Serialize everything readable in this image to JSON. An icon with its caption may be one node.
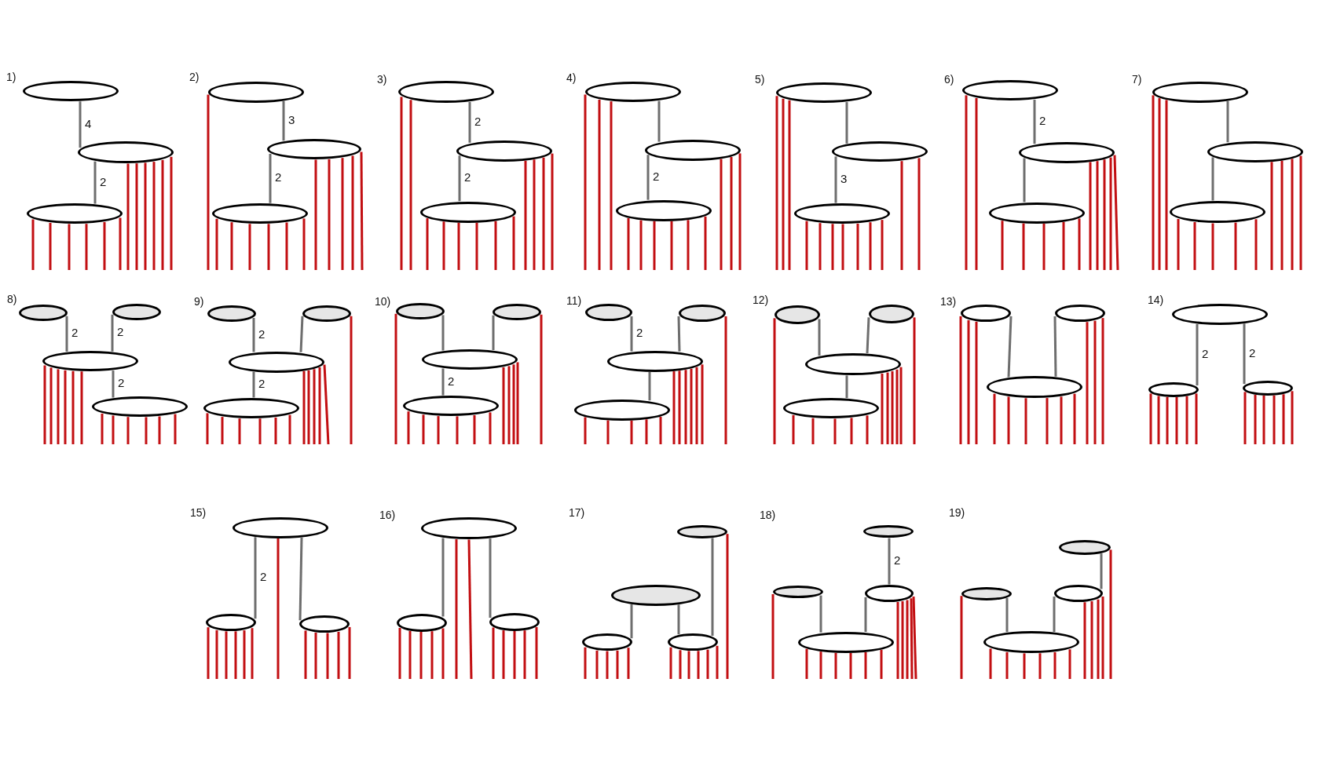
{
  "diagram": {
    "nodes": [
      {
        "text": [],
        "shape": "ellipse"
      },
      {
        "text": [],
        "shape": "ellipse"
      },
      {
        "text": [],
        "shape": "ellipse"
      },
      {
        "text": [],
        "shape": "ellipse"
      },
      {
        "text": [],
        "shape": "ellipse"
      },
      {
        "text": [],
        "shape": "ellipse"
      },
      {
        "text": [],
        "shape": "ellipse"
      },
      {
        "text": [],
        "shape": "ellipse"
      },
      {
        "text": [],
        "shape": "ellipse"
      },
      {
        "text": [],
        "shape": "ellipse"
      },
      {
        "text": [],
        "shape": "ellipse"
      },
      {
        "text": [],
        "shape": "ellipse"
      },
      {
        "text": [],
        "shape": "ellipse"
      },
      {
        "text": [],
        "shape": "ellipse"
      },
      {
        "text": [],
        "shape": "ellipse"
      },
      {
        "text": [],
        "shape": "ellipse"
      },
      {
        "text": [],
        "shape": "ellipse"
      },
      {
        "text": [],
        "shape": "ellipse"
      },
      {
        "text": [],
        "shape": "ellipse"
      },
      {
        "text": [],
        "shape": "ellipse"
      },
      {
        "text": [],
        "shape": "ellipse"
      },
      {
        "text": [],
        "shape": "ellipse"
      },
      {
        "text": [],
        "shape": "ellipse"
      },
      {
        "text": [],
        "shape": "ellipse"
      },
      {
        "text": [],
        "shape": "ellipse"
      },
      {
        "text": [],
        "shape": "ellipse"
      },
      {
        "text": [],
        "shape": "ellipse"
      },
      {
        "text": [],
        "shape": "ellipse"
      },
      {
        "text": [],
        "shape": "ellipse"
      },
      {
        "text": [],
        "shape": "ellipse"
      },
      {
        "text": [],
        "shape": "ellipse"
      },
      {
        "text": [],
        "shape": "ellipse"
      },
      {
        "text": [],
        "shape": "ellipse"
      },
      {
        "text": [],
        "shape": "ellipse"
      },
      {
        "text": [],
        "shape": "ellipse"
      },
      {
        "text": [],
        "shape": "ellipse"
      },
      {
        "text": [],
        "shape": "ellipse"
      },
      {
        "text": [],
        "shape": "ellipse"
      },
      {
        "text": [],
        "shape": "ellipse"
      },
      {
        "text": [],
        "shape": "ellipse"
      },
      {
        "text": [],
        "shape": "ellipse"
      },
      {
        "text": [],
        "shape": "ellipse"
      },
      {
        "text": [],
        "shape": "ellipse"
      },
      {
        "text": [],
        "shape": "ellipse"
      },
      {
        "text": [],
        "shape": "ellipse"
      },
      {
        "text": [],
        "shape": "ellipse"
      },
      {
        "text": [],
        "shape": "ellipse"
      },
      {
        "text": [],
        "shape": "ellipse"
      },
      {
        "text": [],
        "shape": "ellipse"
      },
      {
        "text": [],
        "shape": "ellipse"
      },
      {
        "text": [],
        "shape": "ellipse"
      },
      {
        "text": [],
        "shape": "ellipse"
      },
      {
        "text": [],
        "shape": "ellipse"
      },
      {
        "text": [],
        "shape": "ellipse"
      },
      {
        "text": [],
        "shape": "ellipse"
      },
      {
        "text": [],
        "shape": "ellipse"
      },
      {
        "text": [],
        "shape": "ellipse"
      },
      {
        "text": [],
        "shape": "ellipse"
      },
      {
        "text": [],
        "shape": "ellipse"
      },
      {
        "text": [],
        "shape": "ellipse"
      },
      {
        "text": [],
        "shape": "ellipse"
      },
      {
        "text": [],
        "shape": "ellipse"
      },
      {
        "text": [],
        "shape": "ellipse"
      },
      {
        "text": [],
        "shape": "ellipse"
      },
      {
        "text": [],
        "shape": "ellipse"
      }
    ],
    "edges": [
      {
        "from": 0,
        "to": 1,
        "arrow": "none",
        "label": "4",
        "color": "#6e6e6e"
      },
      {
        "from": 1,
        "to": 2,
        "arrow": "none",
        "label": "2",
        "color": "#6e6e6e"
      },
      {
        "from": 2,
        "to": null,
        "arrow": "none"
      },
      {
        "from": 2,
        "to": null,
        "arrow": "none"
      },
      {
        "from": 2,
        "to": null,
        "arrow": "none"
      },
      {
        "from": 2,
        "to": null,
        "arrow": "none"
      },
      {
        "from": 2,
        "to": null,
        "arrow": "none"
      },
      {
        "from": 2,
        "to": null,
        "arrow": "none"
      },
      {
        "from": 1,
        "to": null,
        "arrow": "none"
      },
      {
        "from": 1,
        "to": null,
        "arrow": "none"
      },
      {
        "from": 1,
        "to": null,
        "arrow": "none"
      },
      {
        "from": 1,
        "to": null,
        "arrow": "none"
      },
      {
        "from": 1,
        "to": null,
        "arrow": "none"
      },
      {
        "from": 1,
        "to": null,
        "arrow": "none"
      },
      {
        "from": 3,
        "to": 4,
        "arrow": "none",
        "label": "3",
        "color": "#6e6e6e"
      },
      {
        "from": 4,
        "to": 5,
        "arrow": "none",
        "label": "2",
        "color": "#6e6e6e"
      },
      {
        "from": 3,
        "to": null,
        "arrow": "none"
      },
      {
        "from": 5,
        "to": null,
        "arrow": "none"
      },
      {
        "from": 5,
        "to": null,
        "arrow": "none"
      },
      {
        "from": 5,
        "to": null,
        "arrow": "none"
      },
      {
        "from": 5,
        "to": null,
        "arrow": "none"
      },
      {
        "from": 5,
        "to": null,
        "arrow": "none"
      },
      {
        "from": 5,
        "to": null,
        "arrow": "none"
      },
      {
        "from": 4,
        "to": null,
        "arrow": "none"
      },
      {
        "from": 4,
        "to": null,
        "arrow": "none"
      },
      {
        "from": 4,
        "to": null,
        "arrow": "none"
      },
      {
        "from": 4,
        "to": null,
        "arrow": "none"
      },
      {
        "from": 4,
        "to": null,
        "arrow": "none"
      },
      {
        "from": 6,
        "to": 7,
        "arrow": "none",
        "label": "2",
        "color": "#6e6e6e"
      },
      {
        "from": 7,
        "to": 8,
        "arrow": "none",
        "label": "2",
        "color": "#6e6e6e"
      },
      {
        "from": 6,
        "to": null,
        "arrow": "none"
      },
      {
        "from": 6,
        "to": null,
        "arrow": "none"
      },
      {
        "from": 8,
        "to": null,
        "arrow": "none"
      },
      {
        "from": 8,
        "to": null,
        "arrow": "none"
      },
      {
        "from": 8,
        "to": null,
        "arrow": "none"
      },
      {
        "from": 8,
        "to": null,
        "arrow": "none"
      },
      {
        "from": 8,
        "to": null,
        "arrow": "none"
      },
      {
        "from": 8,
        "to": null,
        "arrow": "none"
      },
      {
        "from": 7,
        "to": null,
        "arrow": "none"
      },
      {
        "from": 7,
        "to": null,
        "arrow": "none"
      },
      {
        "from": 7,
        "to": null,
        "arrow": "none"
      },
      {
        "from": 7,
        "to": null,
        "arrow": "none"
      },
      {
        "from": 9,
        "to": 10,
        "arrow": "none",
        "color": "#6e6e6e"
      },
      {
        "from": 10,
        "to": 11,
        "arrow": "none",
        "label": "2",
        "color": "#6e6e6e"
      },
      {
        "from": 9,
        "to": null,
        "arrow": "none"
      },
      {
        "from": 9,
        "to": null,
        "arrow": "none"
      },
      {
        "from": 9,
        "to": null,
        "arrow": "none"
      },
      {
        "from": 11,
        "to": null,
        "arrow": "none"
      },
      {
        "from": 11,
        "to": null,
        "arrow": "none"
      },
      {
        "from": 11,
        "to": null,
        "arrow": "none"
      },
      {
        "from": 11,
        "to": null,
        "arrow": "none"
      },
      {
        "from": 11,
        "to": null,
        "arrow": "none"
      },
      {
        "from": 11,
        "to": null,
        "arrow": "none"
      },
      {
        "from": 10,
        "to": null,
        "arrow": "none"
      },
      {
        "from": 10,
        "to": null,
        "arrow": "none"
      },
      {
        "from": 10,
        "to": null,
        "arrow": "none"
      },
      {
        "from": 12,
        "to": 13,
        "arrow": "none",
        "color": "#6e6e6e"
      },
      {
        "from": 13,
        "to": 14,
        "arrow": "none",
        "label": "3",
        "color": "#6e6e6e"
      },
      {
        "from": 12,
        "to": null,
        "arrow": "none"
      },
      {
        "from": 12,
        "to": null,
        "arrow": "none"
      },
      {
        "from": 12,
        "to": null,
        "arrow": "none"
      },
      {
        "from": 14,
        "to": null,
        "arrow": "none"
      },
      {
        "from": 14,
        "to": null,
        "arrow": "none"
      },
      {
        "from": 14,
        "to": null,
        "arrow": "none"
      },
      {
        "from": 14,
        "to": null,
        "arrow": "none"
      },
      {
        "from": 14,
        "to": null,
        "arrow": "none"
      },
      {
        "from": 14,
        "to": null,
        "arrow": "none"
      },
      {
        "from": 14,
        "to": null,
        "arrow": "none"
      },
      {
        "from": 13,
        "to": null,
        "arrow": "none"
      },
      {
        "from": 13,
        "to": null,
        "arrow": "none"
      },
      {
        "from": 15,
        "to": 16,
        "arrow": "none",
        "label": "2",
        "color": "#6e6e6e"
      },
      {
        "from": 16,
        "to": 17,
        "arrow": "none",
        "color": "#6e6e6e"
      },
      {
        "from": 15,
        "to": null,
        "arrow": "none"
      },
      {
        "from": 15,
        "to": null,
        "arrow": "none"
      },
      {
        "from": 17,
        "to": null,
        "arrow": "none"
      },
      {
        "from": 17,
        "to": null,
        "arrow": "none"
      },
      {
        "from": 17,
        "to": null,
        "arrow": "none"
      },
      {
        "from": 17,
        "to": null,
        "arrow": "none"
      },
      {
        "from": 17,
        "to": null,
        "arrow": "none"
      },
      {
        "from": 16,
        "to": null,
        "arrow": "none"
      },
      {
        "from": 16,
        "to": null,
        "arrow": "none"
      },
      {
        "from": 16,
        "to": null,
        "arrow": "none"
      },
      {
        "from": 16,
        "to": null,
        "arrow": "none"
      },
      {
        "from": 16,
        "to": null,
        "arrow": "none"
      },
      {
        "from": 18,
        "to": 19,
        "arrow": "none",
        "color": "#6e6e6e"
      },
      {
        "from": 19,
        "to": 20,
        "arrow": "none",
        "color": "#6e6e6e"
      },
      {
        "from": 18,
        "to": null,
        "arrow": "none"
      },
      {
        "from": 18,
        "to": null,
        "arrow": "none"
      },
      {
        "from": 18,
        "to": null,
        "arrow": "none"
      },
      {
        "from": 20,
        "to": null,
        "arrow": "none"
      },
      {
        "from": 20,
        "to": null,
        "arrow": "none"
      },
      {
        "from": 20,
        "to": null,
        "arrow": "none"
      },
      {
        "from": 20,
        "to": null,
        "arrow": "none"
      },
      {
        "from": 20,
        "to": null,
        "arrow": "none"
      },
      {
        "from": 19,
        "to": null,
        "arrow": "none"
      },
      {
        "from": 19,
        "to": null,
        "arrow": "none"
      },
      {
        "from": 19,
        "to": null,
        "arrow": "none"
      },
      {
        "from": 19,
        "to": null,
        "arrow": "none"
      },
      {
        "from": 21,
        "to": 23,
        "arrow": "none",
        "label": "2",
        "color": "#6e6e6e"
      },
      {
        "from": 22,
        "to": 23,
        "arrow": "none",
        "label": "2",
        "color": "#6e6e6e"
      },
      {
        "from": 23,
        "to": 24,
        "arrow": "none",
        "label": "2",
        "color": "#6e6e6e"
      },
      {
        "from": 23,
        "to": null,
        "arrow": "none"
      },
      {
        "from": 23,
        "to": null,
        "arrow": "none"
      },
      {
        "from": 23,
        "to": null,
        "arrow": "none"
      },
      {
        "from": 23,
        "to": null,
        "arrow": "none"
      },
      {
        "from": 23,
        "to": null,
        "arrow": "none"
      },
      {
        "from": 23,
        "to": null,
        "arrow": "none"
      },
      {
        "from": 24,
        "to": null,
        "arrow": "none"
      },
      {
        "from": 24,
        "to": null,
        "arrow": "none"
      },
      {
        "from": 24,
        "to": null,
        "arrow": "none"
      },
      {
        "from": 24,
        "to": null,
        "arrow": "none"
      },
      {
        "from": 24,
        "to": null,
        "arrow": "none"
      },
      {
        "from": 24,
        "to": null,
        "arrow": "none"
      },
      {
        "from": 25,
        "to": 27,
        "arrow": "none",
        "label": "2",
        "color": "#6e6e6e"
      },
      {
        "from": 26,
        "to": 27,
        "arrow": "none",
        "color": "#6e6e6e"
      },
      {
        "from": 27,
        "to": 28,
        "arrow": "none",
        "label": "2",
        "color": "#6e6e6e"
      },
      {
        "from": 28,
        "to": null,
        "arrow": "none"
      },
      {
        "from": 28,
        "to": null,
        "arrow": "none"
      },
      {
        "from": 28,
        "to": null,
        "arrow": "none"
      },
      {
        "from": 28,
        "to": null,
        "arrow": "none"
      },
      {
        "from": 28,
        "to": null,
        "arrow": "none"
      },
      {
        "from": 28,
        "to": null,
        "arrow": "none"
      },
      {
        "from": 27,
        "to": null,
        "arrow": "none"
      },
      {
        "from": 27,
        "to": null,
        "arrow": "none"
      },
      {
        "from": 27,
        "to": null,
        "arrow": "none"
      },
      {
        "from": 27,
        "to": null,
        "arrow": "none"
      },
      {
        "from": 27,
        "to": null,
        "arrow": "none"
      },
      {
        "from": 26,
        "to": null,
        "arrow": "none"
      },
      {
        "from": 29,
        "to": 31,
        "arrow": "none",
        "color": "#6e6e6e"
      },
      {
        "from": 30,
        "to": 31,
        "arrow": "none",
        "color": "#6e6e6e"
      },
      {
        "from": 31,
        "to": 32,
        "arrow": "none",
        "label": "2",
        "color": "#6e6e6e"
      },
      {
        "from": 29,
        "to": null,
        "arrow": "none"
      },
      {
        "from": 32,
        "to": null,
        "arrow": "none"
      },
      {
        "from": 32,
        "to": null,
        "arrow": "none"
      },
      {
        "from": 32,
        "to": null,
        "arrow": "none"
      },
      {
        "from": 32,
        "to": null,
        "arrow": "none"
      },
      {
        "from": 32,
        "to": null,
        "arrow": "none"
      },
      {
        "from": 32,
        "to": null,
        "arrow": "none"
      },
      {
        "from": 31,
        "to": null,
        "arrow": "none"
      },
      {
        "from": 31,
        "to": null,
        "arrow": "none"
      },
      {
        "from": 31,
        "to": null,
        "arrow": "none"
      },
      {
        "from": 31,
        "to": null,
        "arrow": "none"
      },
      {
        "from": 30,
        "to": null,
        "arrow": "none"
      },
      {
        "from": 33,
        "to": 35,
        "arrow": "none",
        "label": "2",
        "color": "#6e6e6e"
      },
      {
        "from": 34,
        "to": 35,
        "arrow": "none",
        "color": "#6e6e6e"
      },
      {
        "from": 35,
        "to": 36,
        "arrow": "none",
        "color": "#6e6e6e"
      },
      {
        "from": 36,
        "to": null,
        "arrow": "none"
      },
      {
        "from": 36,
        "to": null,
        "arrow": "none"
      },
      {
        "from": 36,
        "to": null,
        "arrow": "none"
      },
      {
        "from": 36,
        "to": null,
        "arrow": "none"
      },
      {
        "from": 36,
        "to": null,
        "arrow": "none"
      },
      {
        "from": 35,
        "to": null,
        "arrow": "none"
      },
      {
        "from": 35,
        "to": null,
        "arrow": "none"
      },
      {
        "from": 35,
        "to": null,
        "arrow": "none"
      },
      {
        "from": 35,
        "to": null,
        "arrow": "none"
      },
      {
        "from": 35,
        "to": null,
        "arrow": "none"
      },
      {
        "from": 35,
        "to": null,
        "arrow": "none"
      },
      {
        "from": 34,
        "to": null,
        "arrow": "none"
      },
      {
        "from": 37,
        "to": 39,
        "arrow": "none",
        "color": "#6e6e6e"
      },
      {
        "from": 38,
        "to": 39,
        "arrow": "none",
        "color": "#6e6e6e"
      },
      {
        "from": 39,
        "to": 40,
        "arrow": "none",
        "color": "#6e6e6e"
      },
      {
        "from": 37,
        "to": null,
        "arrow": "none"
      },
      {
        "from": 40,
        "to": null,
        "arrow": "none"
      },
      {
        "from": 40,
        "to": null,
        "arrow": "none"
      },
      {
        "from": 40,
        "to": null,
        "arrow": "none"
      },
      {
        "from": 40,
        "to": null,
        "arrow": "none"
      },
      {
        "from": 40,
        "to": null,
        "arrow": "none"
      },
      {
        "from": 39,
        "to": null,
        "arrow": "none"
      },
      {
        "from": 39,
        "to": null,
        "arrow": "none"
      },
      {
        "from": 39,
        "to": null,
        "arrow": "none"
      },
      {
        "from": 39,
        "to": null,
        "arrow": "none"
      },
      {
        "from": 39,
        "to": null,
        "arrow": "none"
      },
      {
        "from": 38,
        "to": null,
        "arrow": "none"
      },
      {
        "from": 41,
        "to": 43,
        "arrow": "none",
        "color": "#6e6e6e"
      },
      {
        "from": 42,
        "to": 43,
        "arrow": "none",
        "color": "#6e6e6e"
      },
      {
        "from": 41,
        "to": null,
        "arrow": "none"
      },
      {
        "from": 41,
        "to": null,
        "arrow": "none"
      },
      {
        "from": 41,
        "to": null,
        "arrow": "none"
      },
      {
        "from": 43,
        "to": null,
        "arrow": "none"
      },
      {
        "from": 43,
        "to": null,
        "arrow": "none"
      },
      {
        "from": 43,
        "to": null,
        "arrow": "none"
      },
      {
        "from": 43,
        "to": null,
        "arrow": "none"
      },
      {
        "from": 43,
        "to": null,
        "arrow": "none"
      },
      {
        "from": 43,
        "to": null,
        "arrow": "none"
      },
      {
        "from": 42,
        "to": null,
        "arrow": "none"
      },
      {
        "from": 42,
        "to": null,
        "arrow": "none"
      },
      {
        "from": 42,
        "to": null,
        "arrow": "none"
      },
      {
        "from": 44,
        "to": 45,
        "arrow": "none",
        "label": "2",
        "color": "#6e6e6e"
      },
      {
        "from": 44,
        "to": 46,
        "arrow": "none",
        "label": "2",
        "color": "#6e6e6e"
      },
      {
        "from": 45,
        "to": null,
        "arrow": "none"
      },
      {
        "from": 45,
        "to": null,
        "arrow": "none"
      },
      {
        "from": 45,
        "to": null,
        "arrow": "none"
      },
      {
        "from": 45,
        "to": null,
        "arrow": "none"
      },
      {
        "from": 45,
        "to": null,
        "arrow": "none"
      },
      {
        "from": 45,
        "to": null,
        "arrow": "none"
      },
      {
        "from": 46,
        "to": null,
        "arrow": "none"
      },
      {
        "from": 46,
        "to": null,
        "arrow": "none"
      },
      {
        "from": 46,
        "to": null,
        "arrow": "none"
      },
      {
        "from": 46,
        "to": null,
        "arrow": "none"
      },
      {
        "from": 46,
        "to": null,
        "arrow": "none"
      },
      {
        "from": 46,
        "to": null,
        "arrow": "none"
      },
      {
        "from": 47,
        "to": 48,
        "arrow": "none",
        "label": "2",
        "color": "#6e6e6e"
      },
      {
        "from": 47,
        "to": 49,
        "arrow": "none",
        "color": "#6e6e6e"
      },
      {
        "from": 48,
        "to": null,
        "arrow": "none"
      },
      {
        "from": 48,
        "to": null,
        "arrow": "none"
      },
      {
        "from": 48,
        "to": null,
        "arrow": "none"
      },
      {
        "from": 48,
        "to": null,
        "arrow": "none"
      },
      {
        "from": 48,
        "to": null,
        "arrow": "none"
      },
      {
        "from": 48,
        "to": null,
        "arrow": "none"
      },
      {
        "from": 47,
        "to": null,
        "arrow": "none"
      },
      {
        "from": 49,
        "to": null,
        "arrow": "none"
      },
      {
        "from": 49,
        "to": null,
        "arrow": "none"
      },
      {
        "from": 49,
        "to": null,
        "arrow": "none"
      },
      {
        "from": 49,
        "to": null,
        "arrow": "none"
      },
      {
        "from": 49,
        "to": null,
        "arrow": "none"
      },
      {
        "from": 50,
        "to": 51,
        "arrow": "none",
        "color": "#6e6e6e"
      },
      {
        "from": 50,
        "to": 52,
        "arrow": "none",
        "color": "#6e6e6e"
      },
      {
        "from": 51,
        "to": null,
        "arrow": "none"
      },
      {
        "from": 51,
        "to": null,
        "arrow": "none"
      },
      {
        "from": 51,
        "to": null,
        "arrow": "none"
      },
      {
        "from": 51,
        "to": null,
        "arrow": "none"
      },
      {
        "from": 51,
        "to": null,
        "arrow": "none"
      },
      {
        "from": 50,
        "to": null,
        "arrow": "none"
      },
      {
        "from": 50,
        "to": null,
        "arrow": "none"
      },
      {
        "from": 52,
        "to": null,
        "arrow": "none"
      },
      {
        "from": 52,
        "to": null,
        "arrow": "none"
      },
      {
        "from": 52,
        "to": null,
        "arrow": "none"
      },
      {
        "from": 52,
        "to": null,
        "arrow": "none"
      },
      {
        "from": 52,
        "to": null,
        "arrow": "none"
      },
      {
        "from": 53,
        "to": 56,
        "arrow": "none",
        "color": "#6e6e6e"
      },
      {
        "from": 54,
        "to": 55,
        "arrow": "none",
        "color": "#6e6e6e"
      },
      {
        "from": 54,
        "to": 56,
        "arrow": "none",
        "color": "#6e6e6e"
      },
      {
        "from": 55,
        "to": null,
        "arrow": "none"
      },
      {
        "from": 55,
        "to": null,
        "arrow": "none"
      },
      {
        "from": 55,
        "to": null,
        "arrow": "none"
      },
      {
        "from": 55,
        "to": null,
        "arrow": "none"
      },
      {
        "from": 55,
        "to": null,
        "arrow": "none"
      },
      {
        "from": 56,
        "to": null,
        "arrow": "none"
      },
      {
        "from": 56,
        "to": null,
        "arrow": "none"
      },
      {
        "from": 56,
        "to": null,
        "arrow": "none"
      },
      {
        "from": 56,
        "to": null,
        "arrow": "none"
      },
      {
        "from": 56,
        "to": null,
        "arrow": "none"
      },
      {
        "from": 56,
        "to": null,
        "arrow": "none"
      },
      {
        "from": 53,
        "to": null,
        "arrow": "none"
      },
      {
        "from": 57,
        "to": 59,
        "arrow": "none",
        "label": "2",
        "color": "#6e6e6e"
      },
      {
        "from": 58,
        "to": 60,
        "arrow": "none",
        "color": "#6e6e6e"
      },
      {
        "from": 59,
        "to": 60,
        "arrow": "none",
        "color": "#6e6e6e"
      },
      {
        "from": 58,
        "to": null,
        "arrow": "none"
      },
      {
        "from": 60,
        "to": null,
        "arrow": "none"
      },
      {
        "from": 60,
        "to": null,
        "arrow": "none"
      },
      {
        "from": 60,
        "to": null,
        "arrow": "none"
      },
      {
        "from": 60,
        "to": null,
        "arrow": "none"
      },
      {
        "from": 60,
        "to": null,
        "arrow": "none"
      },
      {
        "from": 60,
        "to": null,
        "arrow": "none"
      },
      {
        "from": 59,
        "to": null,
        "arrow": "none"
      },
      {
        "from": 59,
        "to": null,
        "arrow": "none"
      },
      {
        "from": 59,
        "to": null,
        "arrow": "none"
      },
      {
        "from": 59,
        "to": null,
        "arrow": "none"
      },
      {
        "from": 59,
        "to": null,
        "arrow": "none"
      },
      {
        "from": 61,
        "to": 63,
        "arrow": "none",
        "color": "#6e6e6e"
      },
      {
        "from": 62,
        "to": 64,
        "arrow": "none",
        "color": "#6e6e6e"
      },
      {
        "from": 63,
        "to": 64,
        "arrow": "none",
        "color": "#6e6e6e"
      },
      {
        "from": 62,
        "to": null,
        "arrow": "none"
      },
      {
        "from": 64,
        "to": null,
        "arrow": "none"
      },
      {
        "from": 64,
        "to": null,
        "arrow": "none"
      },
      {
        "from": 64,
        "to": null,
        "arrow": "none"
      },
      {
        "from": 64,
        "to": null,
        "arrow": "none"
      },
      {
        "from": 64,
        "to": null,
        "arrow": "none"
      },
      {
        "from": 64,
        "to": null,
        "arrow": "none"
      },
      {
        "from": 63,
        "to": null,
        "arrow": "none"
      },
      {
        "from": 63,
        "to": null,
        "arrow": "none"
      },
      {
        "from": 63,
        "to": null,
        "arrow": "none"
      },
      {
        "from": 63,
        "to": null,
        "arrow": "none"
      },
      {
        "from": 61,
        "to": null,
        "arrow": "none"
      }
    ],
    "labels": [
      "1)",
      "2)",
      "3)",
      "4)",
      "5)",
      "6)",
      "7)",
      "8)",
      "9)",
      "10)",
      "11)",
      "12)",
      "13)",
      "14)",
      "15)",
      "16)",
      "17)",
      "18)",
      "19)"
    ]
  }
}
